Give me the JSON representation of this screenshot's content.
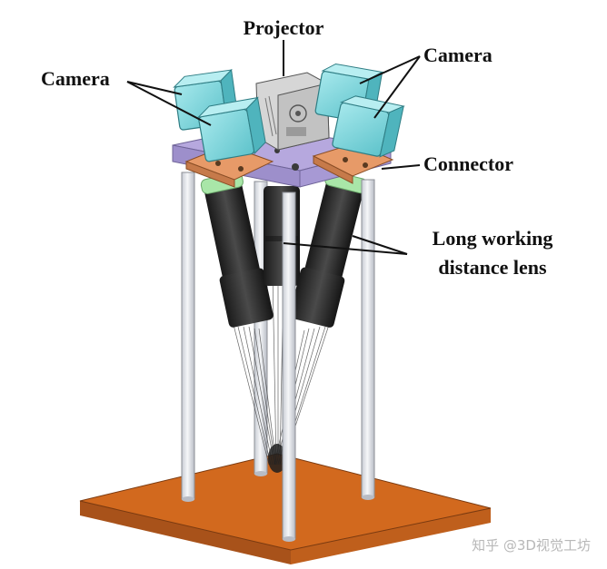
{
  "labels": {
    "projector": "Projector",
    "camera_left": "Camera",
    "camera_right": "Camera",
    "connector": "Connector",
    "lens_line1": "Long working",
    "lens_line2": "distance lens"
  },
  "watermark": "知乎 @3D视觉工坊",
  "colors": {
    "camera": "#7fd6dc",
    "connector_plate": "#b6a8de",
    "bracket": "#e79a68",
    "lens_body": "#2a2a2a",
    "lens_ring": "#a9e6a8",
    "pillar": "#e7e9ee",
    "base": "#d2691e",
    "projector": "#d6d6d6"
  }
}
